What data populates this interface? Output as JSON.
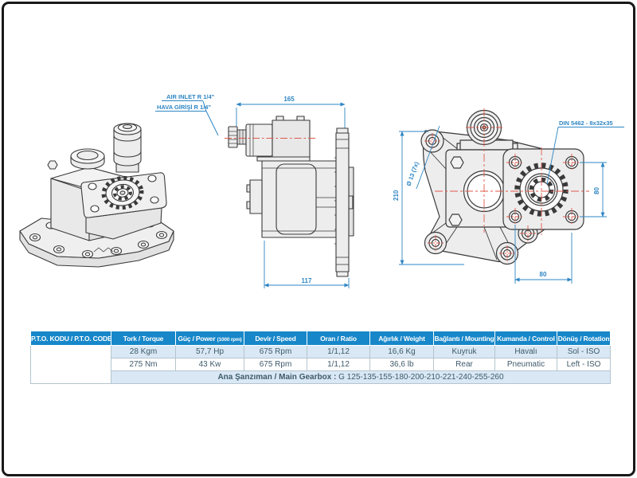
{
  "drawings": {
    "accent_blue": "#2e86c4",
    "centerline_red": "#e0584a",
    "labels": {
      "air_inlet_en": "AIR INLET R 1/4\"",
      "air_inlet_tr": "HAVA GİRİŞİ R 1/4\"",
      "din_spline": "DIN 5462 - 8x32x35",
      "hole_note": "Ø 13 (7x)"
    },
    "dimensions": {
      "width_top": "165",
      "depth_bottom": "117",
      "height_left": "210",
      "bolt_spacing_right": "80",
      "bolt_spacing_bottom": "80"
    }
  },
  "table": {
    "header_bg": "#1787c9",
    "row_alt_bg": "#d9e8f4",
    "text_color": "#3f5a6b",
    "code_header": "P.T.O. KODU / P.T.O. CODE",
    "columns": [
      {
        "label": "Tork / Torque",
        "small": ""
      },
      {
        "label": "Güç / Power",
        "small": "(1000 rpm)"
      },
      {
        "label": "Devir / Speed",
        "small": ""
      },
      {
        "label": "Oran / Ratio",
        "small": ""
      },
      {
        "label": "Ağırlık / Weight",
        "small": ""
      },
      {
        "label": "Bağlantı / Mounting",
        "small": ""
      },
      {
        "label": "Kumanda / Control",
        "small": ""
      },
      {
        "label": "Dönüş / Rotation",
        "small": ""
      }
    ],
    "rows": [
      [
        "28 Kgm",
        "57,7 Hp",
        "675 Rpm",
        "1/1,12",
        "16,6 Kg",
        "Kuyruk",
        "Havalı",
        "Sol - ISO"
      ],
      [
        "275 Nm",
        "43 Kw",
        "675 Rpm",
        "1/1,12",
        "36,6 lb",
        "Rear",
        "Pneumatic",
        "Left - ISO"
      ]
    ],
    "footer_label": "Ana Şanzıman / Main Gearbox :",
    "footer_value": "G 125-135-155-180-200-210-221-240-255-260"
  }
}
